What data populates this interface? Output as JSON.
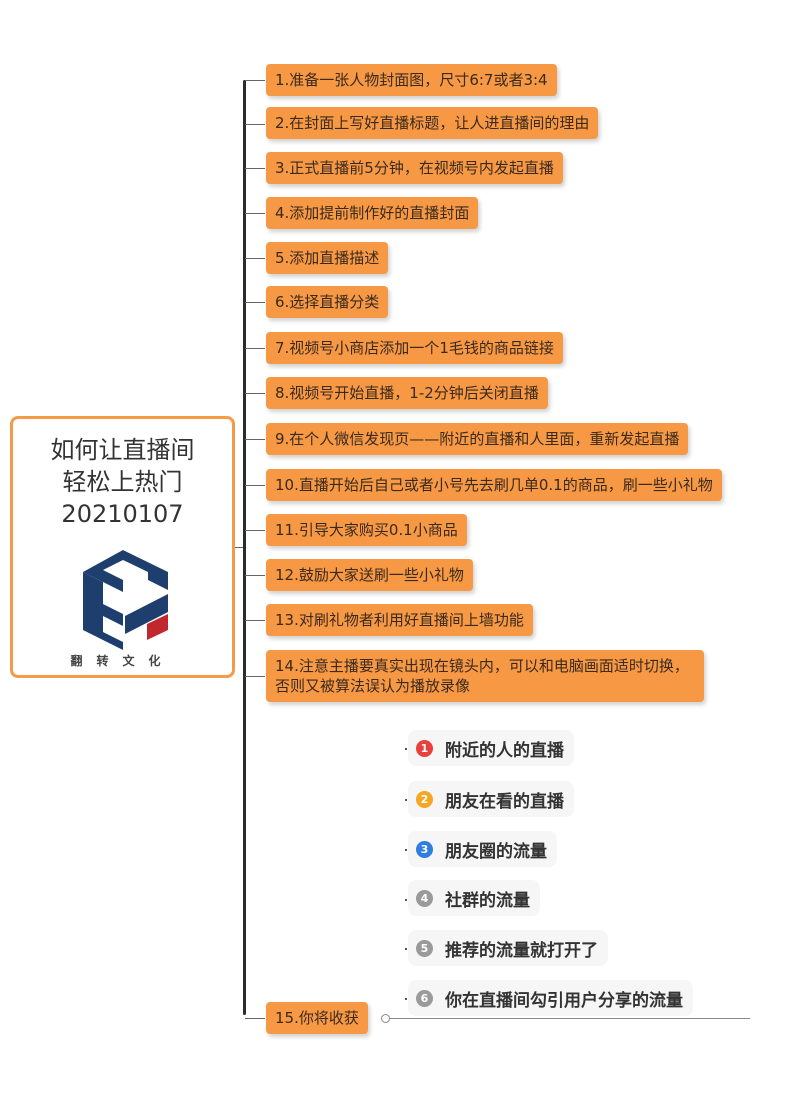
{
  "root": {
    "title_lines": [
      "如何让直播间",
      "轻松上热门",
      "20210107"
    ],
    "logo_caption": "翻转文化",
    "logo_colors": {
      "primary": "#1e3f6e",
      "accent": "#c0282d"
    }
  },
  "steps": [
    {
      "label": "1.准备一张人物封面图，尺寸6:7或者3:4"
    },
    {
      "label": "2.在封面上写好直播标题，让人进直播间的理由"
    },
    {
      "label": "3.正式直播前5分钟，在视频号内发起直播"
    },
    {
      "label": "4.添加提前制作好的直播封面"
    },
    {
      "label": "5.添加直播描述"
    },
    {
      "label": "6.选择直播分类"
    },
    {
      "label": "7.视频号小商店添加一个1毛钱的商品链接"
    },
    {
      "label": "8.视频号开始直播，1-2分钟后关闭直播"
    },
    {
      "label": "9.在个人微信发现页——附近的直播和人里面，重新发起直播"
    },
    {
      "label": "10.直播开始后自己或者小号先去刷几单0.1的商品，刷一些小礼物"
    },
    {
      "label": "11.引导大家购买0.1小商品"
    },
    {
      "label": "12.鼓励大家送刷一些小礼物"
    },
    {
      "label": "13.对刷礼物者利用好直播间上墙功能"
    },
    {
      "label": "14.注意主播要真实出现在镜头内，可以和电脑画面适时切换，否则又被算法误认为播放录像"
    },
    {
      "label": "15.你将收获"
    }
  ],
  "gains": [
    {
      "num": "1",
      "label": "附近的人的直播",
      "color": "#e8413c"
    },
    {
      "num": "2",
      "label": "朋友在看的直播",
      "color": "#f5a623"
    },
    {
      "num": "3",
      "label": "朋友圈的流量",
      "color": "#2f7de1"
    },
    {
      "num": "4",
      "label": "社群的流量",
      "color": "#9a9a9a"
    },
    {
      "num": "5",
      "label": "推荐的流量就打开了",
      "color": "#9a9a9a"
    },
    {
      "num": "6",
      "label": "你在直播间勾引用户分享的流量",
      "color": "#9a9a9a"
    }
  ],
  "colors": {
    "node_bg": "#f79845",
    "root_border": "#f59a47",
    "trunk": "#2a2a33"
  }
}
